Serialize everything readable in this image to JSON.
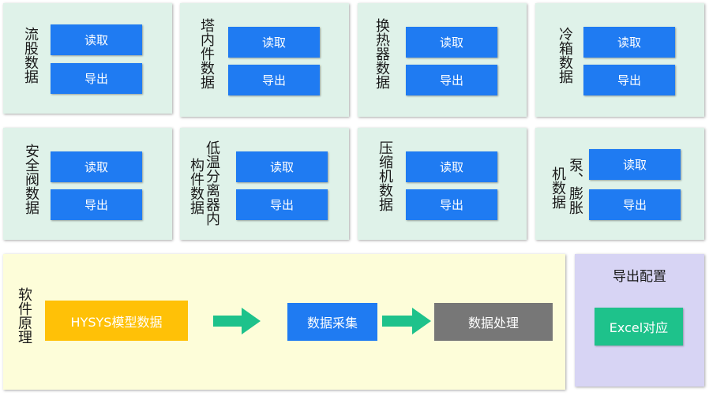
{
  "panels": [
    {
      "label": "流股数据",
      "read": "读取",
      "export": "导出"
    },
    {
      "label": "塔内件数据",
      "read": "读取",
      "export": "导出"
    },
    {
      "label": "换热器数据",
      "read": "读取",
      "export": "导出"
    },
    {
      "label": "冷箱数据",
      "read": "读取",
      "export": "导出"
    },
    {
      "label": "安全阀数据",
      "read": "读取",
      "export": "导出"
    },
    {
      "label_col1": "低温分离器内",
      "label_col2": "构件数据",
      "read": "读取",
      "export": "导出"
    },
    {
      "label": "压缩机数据",
      "read": "读取",
      "export": "导出"
    },
    {
      "label_col1": "泵、膨胀",
      "label_col2": "机数据",
      "read": "读取",
      "export": "导出"
    }
  ],
  "flow": {
    "label": "软件原理",
    "step1": "HYSYS模型数据",
    "step2": "数据采集",
    "step3": "数据处理"
  },
  "export_config": {
    "title": "导出配置",
    "button": "Excel对应"
  },
  "colors": {
    "panel_bg": "#dff2e9",
    "button_blue": "#1f7bf2",
    "hysys_yellow": "#ffc107",
    "process_gray": "#777777",
    "arrow_green": "#1ec28b",
    "flow_bg": "#fdfdd9",
    "export_bg": "#d7d4f4"
  }
}
